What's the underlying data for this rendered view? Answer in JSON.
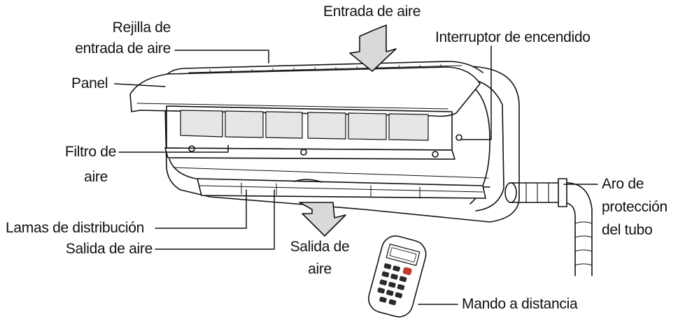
{
  "labels": {
    "air_inlet_top": "Entrada de aire",
    "inlet_grille_line1": "Rejilla de",
    "inlet_grille_line2": "entrada de aire",
    "panel": "Panel",
    "power_switch": "Interruptor de encendido",
    "air_filter_line1": "Filtro de",
    "air_filter_line2": "aire",
    "pipe_ring_line1": "Aro de",
    "pipe_ring_line2": "protección",
    "pipe_ring_line3": "del tubo",
    "louvers": "Lamas de distribución",
    "air_outlet_left": "Salida de aire",
    "air_outlet_center_line1": "Salida de",
    "air_outlet_center_line2": "aire",
    "remote": "Mando a distancia"
  },
  "colors": {
    "line": "#111111",
    "filter_fill": "#e6e6e6",
    "arrow_fill": "#d9d9d9",
    "remote_button": "#2a2a2a",
    "remote_red_button": "#c0392b"
  }
}
